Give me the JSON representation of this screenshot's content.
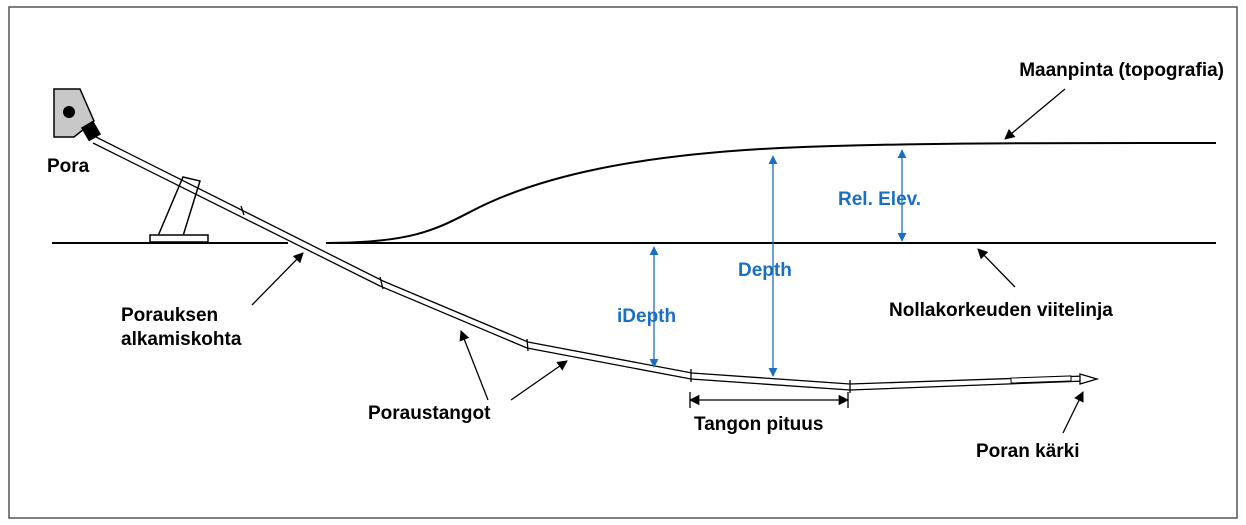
{
  "labels": {
    "topography": "Maanpinta (topografia)",
    "drill": "Pora",
    "rel_elev": "Rel. Elev.",
    "depth": "Depth",
    "idepth": "iDepth",
    "entry_line1": "Porauksen",
    "entry_line2": "alkamiskohta",
    "reference_line": "Nollakorkeuden viitelinja",
    "drill_rods": "Poraustangot",
    "rod_length": "Tangon pituus",
    "drill_tip": "Poran kärki"
  },
  "colors": {
    "measure": "#1a6fc4",
    "ink": "#000000",
    "drill_body": "#c8c8c8",
    "frame": "#555555"
  }
}
